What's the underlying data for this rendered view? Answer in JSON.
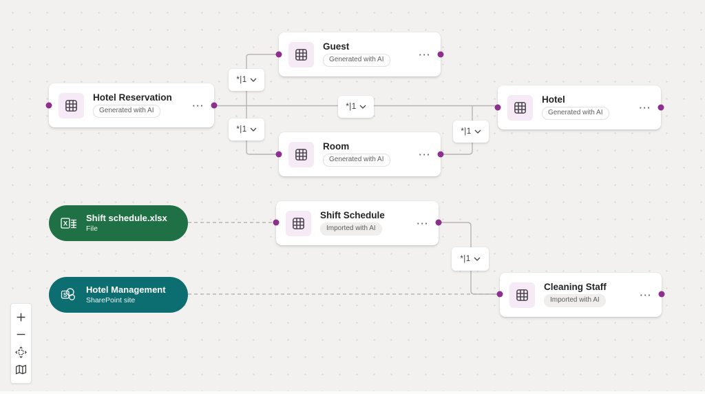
{
  "theme": {
    "canvas_bg": "#f2f1ef",
    "dot_grid": "#d8d6d2",
    "accent_dot": "#8d2f8d",
    "line": "#b7b4b1",
    "excel_green": "#1f7145",
    "sharepoint_teal": "#0c6e71"
  },
  "entities": [
    {
      "title": "Guest",
      "badge": "Generated with AI",
      "icon": "table-icon"
    },
    {
      "title": "Hotel Reservation",
      "badge": "Generated with AI",
      "icon": "table-icon"
    },
    {
      "title": "Hotel",
      "badge": "Generated with AI",
      "icon": "table-icon"
    },
    {
      "title": "Room",
      "badge": "Generated with AI",
      "icon": "table-icon"
    },
    {
      "title": "Shift Schedule",
      "badge": "Imported with AI",
      "icon": "table-icon"
    },
    {
      "title": "Cleaning Staff",
      "badge": "Imported with AI",
      "icon": "table-icon"
    }
  ],
  "sources": [
    {
      "title": "Shift schedule.xlsx",
      "subtitle": "File",
      "icon": "excel-icon"
    },
    {
      "title": "Hotel Management",
      "subtitle": "SharePoint site",
      "icon": "sharepoint-icon"
    }
  ],
  "relationships": [
    {
      "label": "*|1",
      "from": "Hotel Reservation",
      "to": "Guest"
    },
    {
      "label": "*|1",
      "from": "Hotel Reservation",
      "to": "Room"
    },
    {
      "label": "*|1",
      "from": "Hotel Reservation",
      "to": "Hotel"
    },
    {
      "label": "*|1",
      "from": "Room",
      "to": "Hotel"
    },
    {
      "label": "*|1",
      "from": "Shift Schedule",
      "to": "Cleaning Staff"
    }
  ],
  "source_links": [
    {
      "from": "Shift schedule.xlsx",
      "to": "Shift Schedule",
      "style": "dashed"
    },
    {
      "from": "Hotel Management",
      "to": "Cleaning Staff",
      "style": "dashed"
    }
  ],
  "labels": {
    "more": "···"
  },
  "controls": [
    {
      "icon": "plus-icon",
      "action": "zoom-in"
    },
    {
      "icon": "minus-icon",
      "action": "zoom-out"
    },
    {
      "icon": "fit-view-icon",
      "action": "fit-view"
    },
    {
      "icon": "map-icon",
      "action": "toggle-minimap"
    }
  ]
}
